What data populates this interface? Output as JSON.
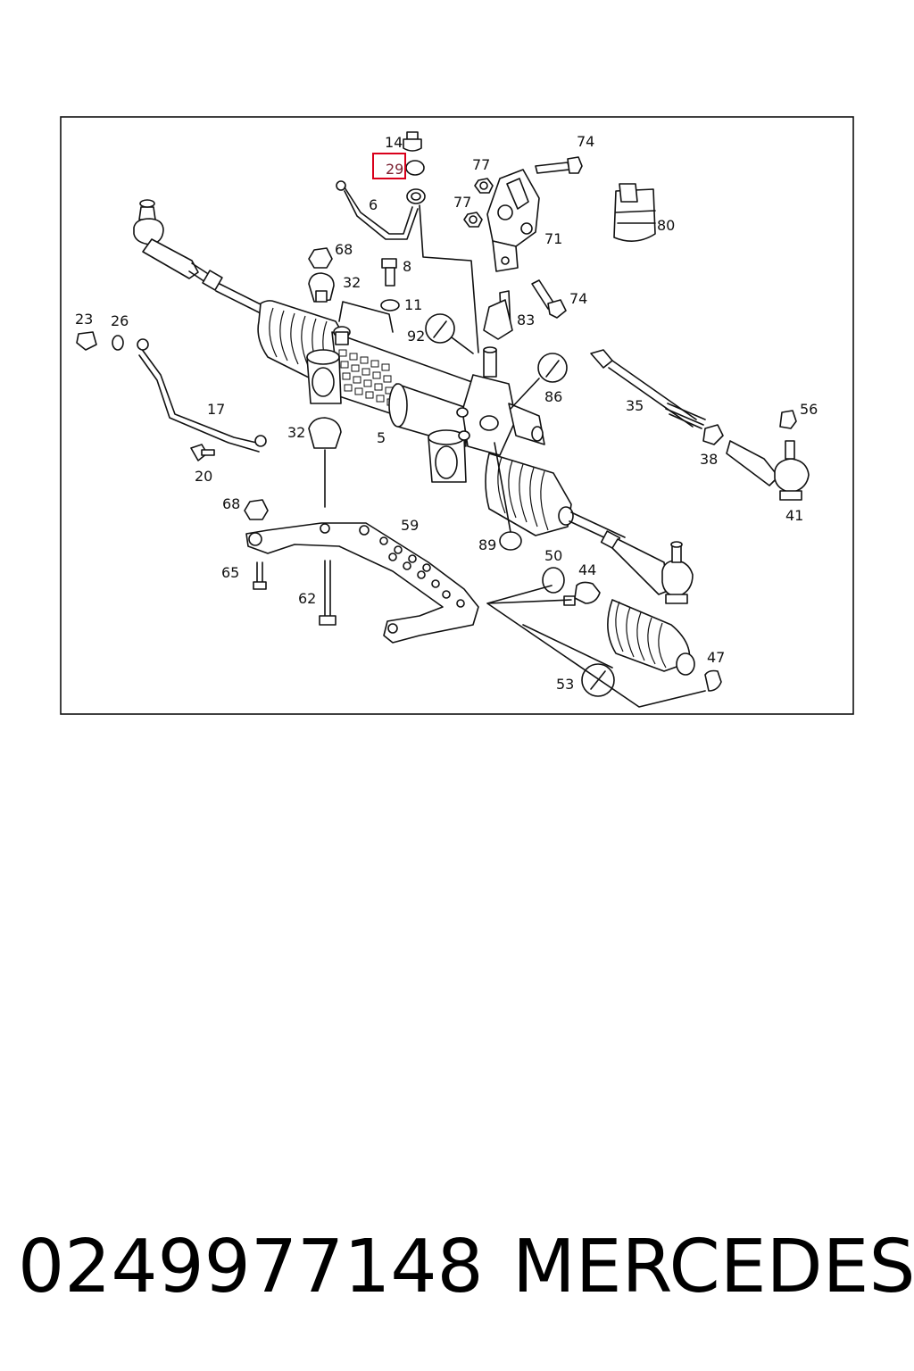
{
  "diagram": {
    "highlighted_label": "29",
    "highlight_color": "#d9001b",
    "labels": [
      "14",
      "29",
      "6",
      "74",
      "77",
      "77",
      "71",
      "80",
      "68",
      "8",
      "32",
      "11",
      "74",
      "83",
      "92",
      "23",
      "26",
      "17",
      "86",
      "35",
      "56",
      "32",
      "5",
      "38",
      "41",
      "20",
      "68",
      "59",
      "89",
      "50",
      "44",
      "65",
      "62",
      "53",
      "47"
    ]
  },
  "footer": {
    "part_number": "0249977148",
    "brand": "MERCEDES"
  }
}
